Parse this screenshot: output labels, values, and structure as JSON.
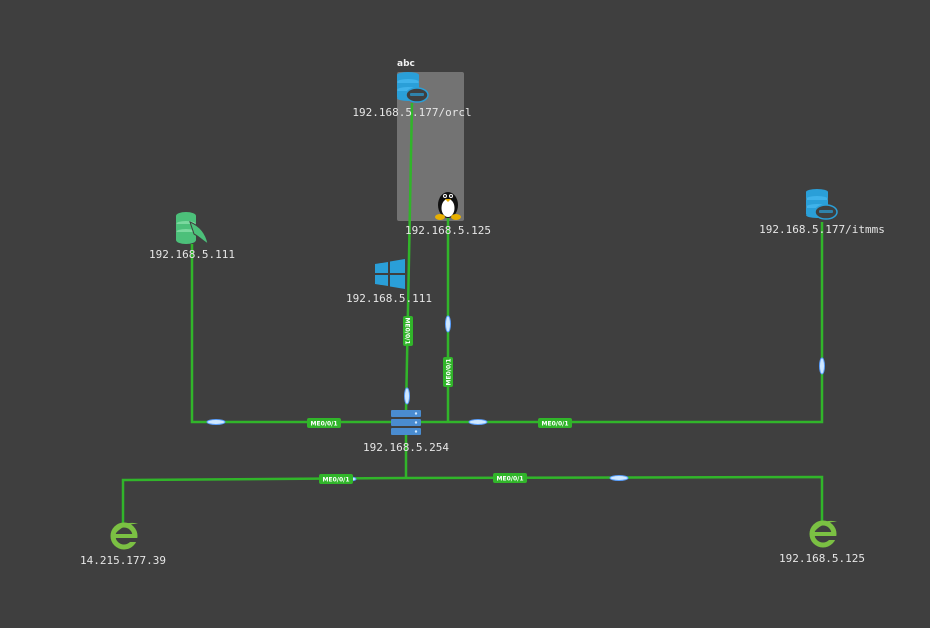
{
  "colors": {
    "background": "#3f3f3f",
    "link": "#31b52a",
    "group_box": "#7c7c7c",
    "db_blue": "#2a9fd8",
    "mysql_green": "#4cc07a",
    "ie_green": "#7bc043",
    "label": "#e6e6e6"
  },
  "group": {
    "title": "abc"
  },
  "nodes": {
    "oracle_orcl": {
      "label": "192.168.5.177/orcl",
      "icon": "oracle-db-icon"
    },
    "linux_host": {
      "label": "192.168.5.125",
      "icon": "linux-penguin-icon"
    },
    "mysql_db": {
      "label": "192.168.5.111",
      "icon": "mysql-db-icon"
    },
    "windows_host": {
      "label": "192.168.5.111",
      "icon": "windows-icon"
    },
    "oracle_itmms": {
      "label": "192.168.5.177/itmms",
      "icon": "oracle-db-icon"
    },
    "switch": {
      "label": "192.168.5.254",
      "icon": "switch-icon"
    },
    "ie_left": {
      "label": "14.215.177.39",
      "icon": "ie-browser-icon"
    },
    "ie_right": {
      "label": "192.168.5.125",
      "icon": "ie-browser-icon"
    }
  },
  "ports": {
    "p1": "ME0/0/1",
    "p2": "ME0/0/1",
    "p3": "ME0/0/1",
    "p4": "ME0/0/1",
    "p5": "ME0/0/1",
    "p6": "ME0/0/1"
  }
}
